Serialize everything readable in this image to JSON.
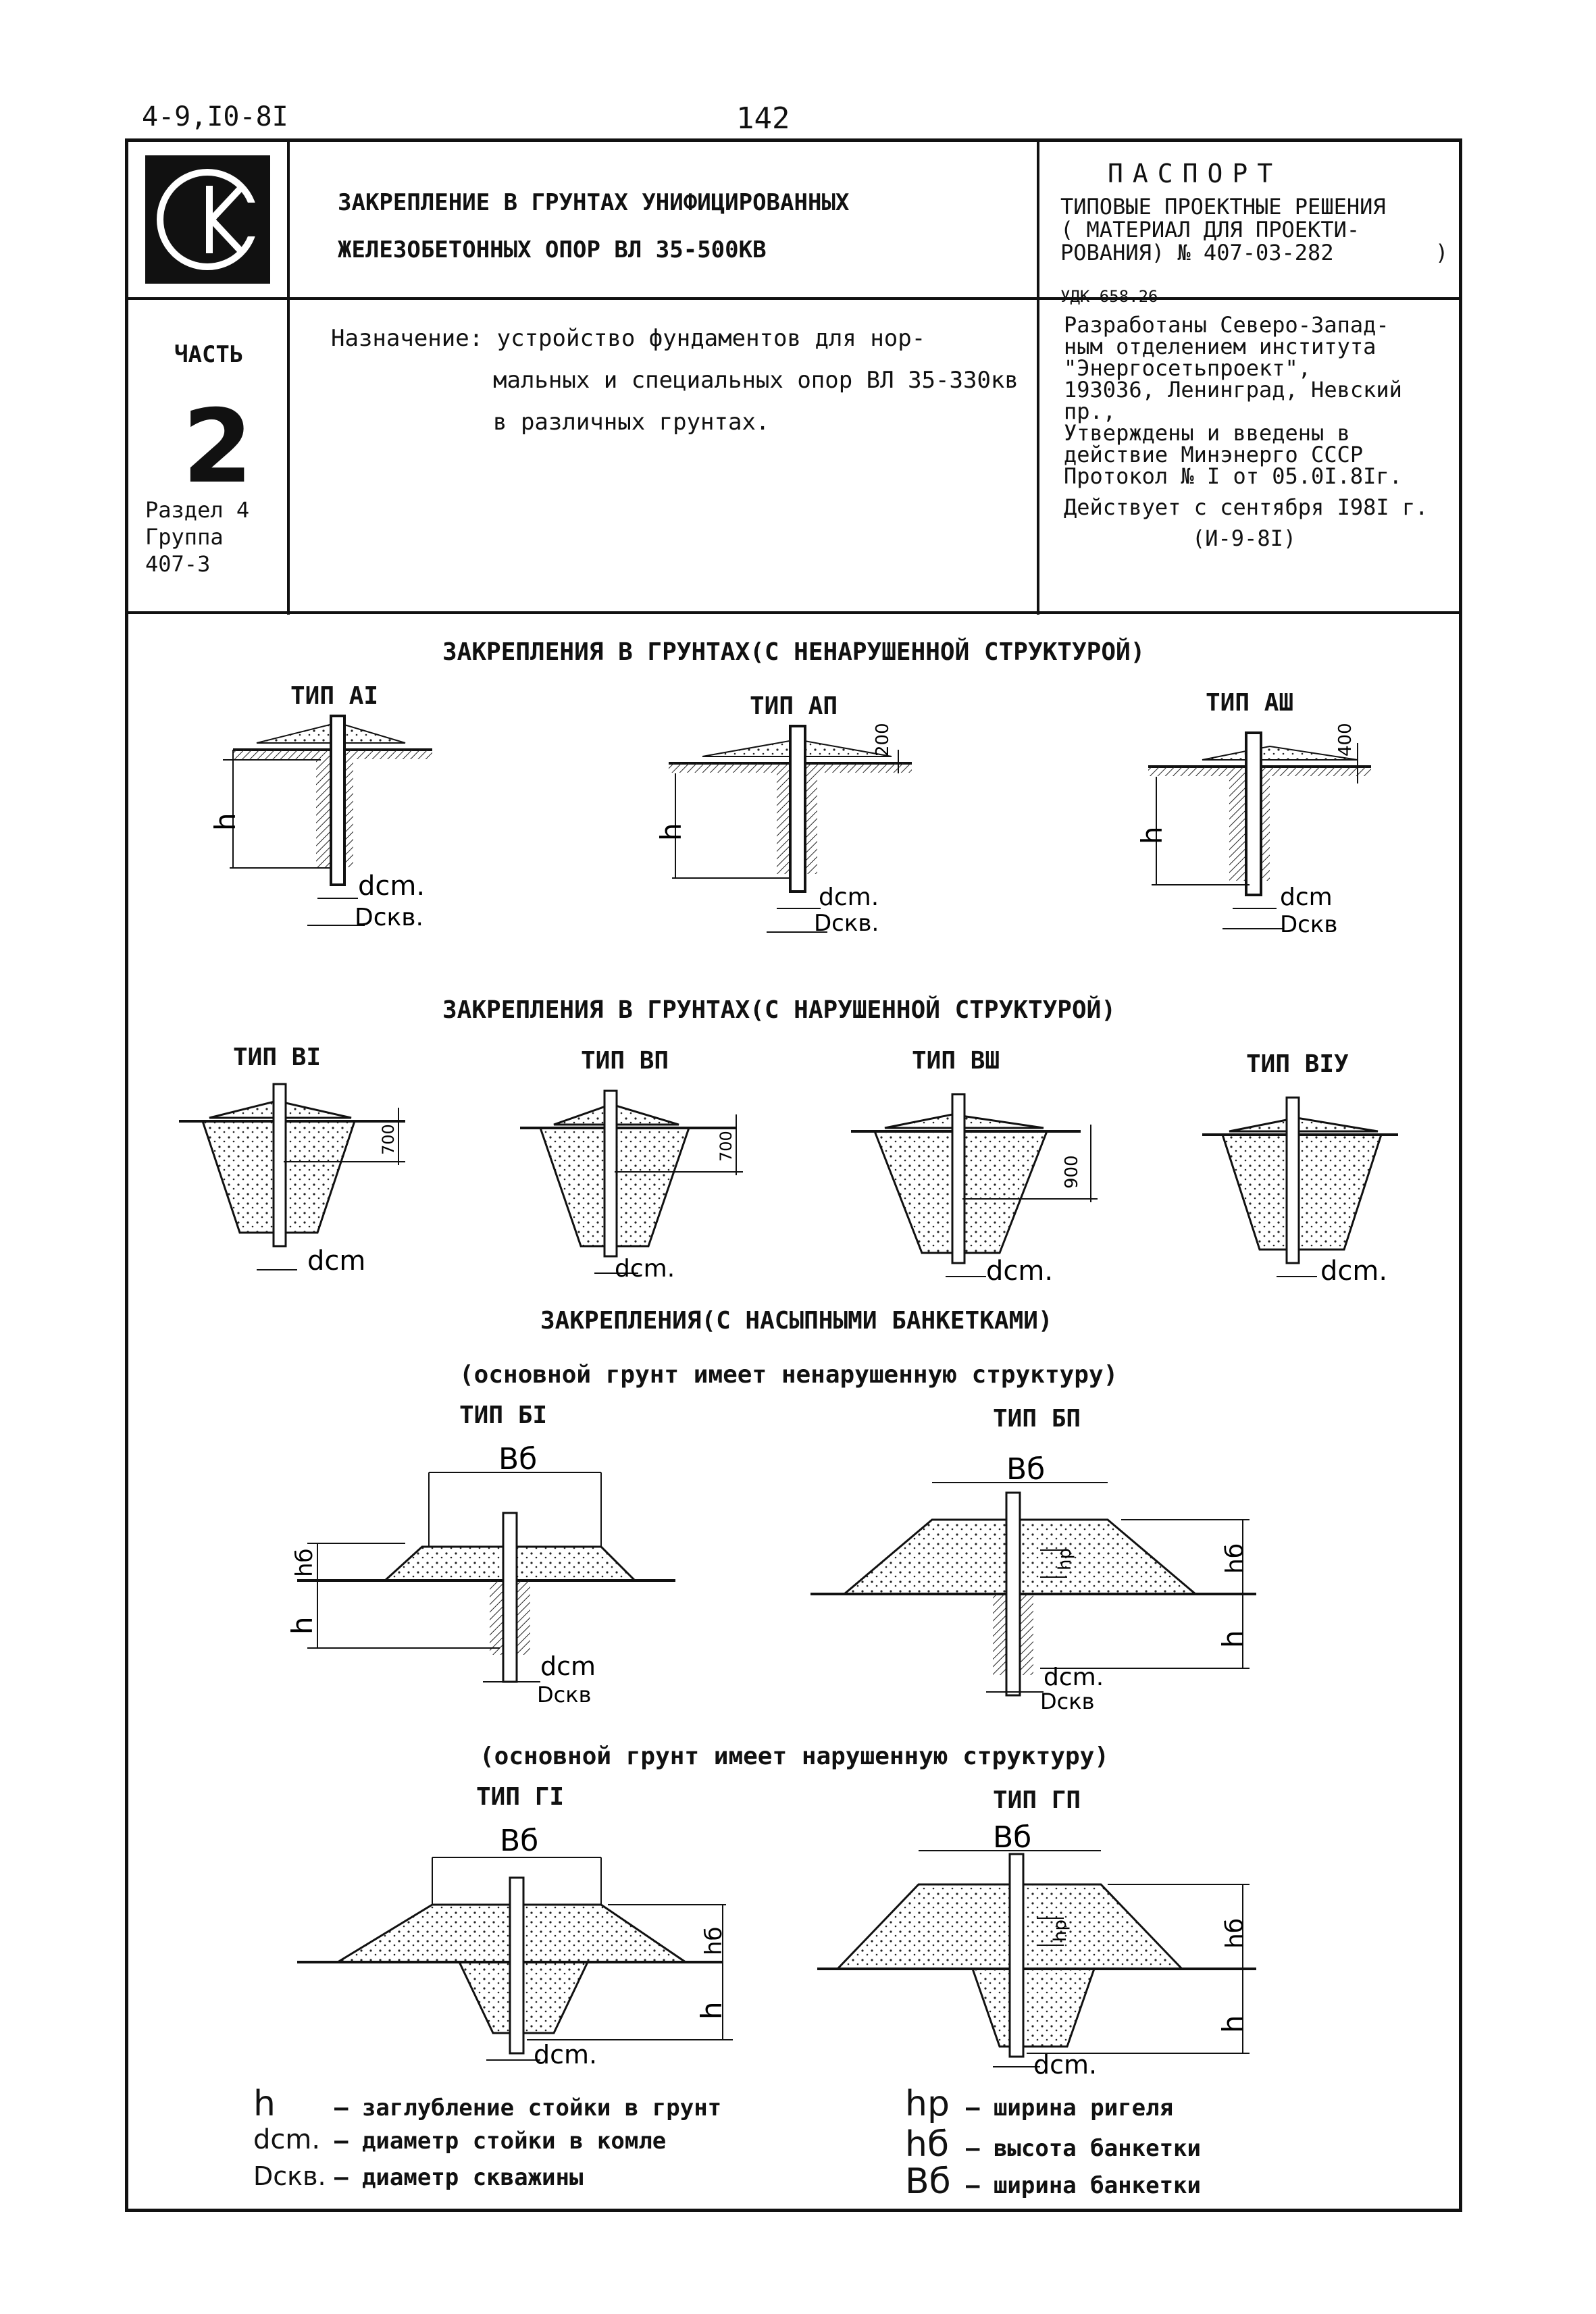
{
  "header": {
    "code": "4-9,I0-8I",
    "page_number": "142"
  },
  "title_block": {
    "title_line1": "ЗАКРЕПЛЕНИЕ В ГРУНТАХ УНИФИЦИРОВАННЫХ",
    "title_line2": "ЖЕЛЕЗОБЕТОННЫХ ОПОР ВЛ 35-500КВ",
    "passport": "ПАСПОРТ",
    "passport_line1": "ТИПОВЫЕ ПРОЕКТНЫЕ РЕШЕНИЯ",
    "passport_line2": "( МАТЕРИАЛ ДЛЯ ПРОЕКТИ-",
    "passport_line3": "РОВАНИЯ) № 407-03-282",
    "passport_close": ")",
    "udk": "УДК 658.26"
  },
  "part_block": {
    "label": "ЧАСТЬ",
    "number": "2",
    "section": "Раздел 4",
    "group": "Группа",
    "group_code": "407-3"
  },
  "purpose": {
    "line1": "Назначение: устройство фундаментов для нор-",
    "line2": "мальных и специальных опор ВЛ 35-330кв",
    "line3": "в различных грунтах."
  },
  "developer": {
    "line1": "Разработаны Северо-Запад-",
    "line2": "ным отделением института",
    "line3": "\"Энергосетьпроект\",",
    "line4": "193036, Ленинград, Невский",
    "line5": "пр.,",
    "line6": "Утверждены и введены в",
    "line7": "действие Минэнерго СССР",
    "line8": "Протокол № I от 05.0I.8Iг.",
    "line9": "Действует с сентября I98I г.",
    "line10": "(И-9-8I)"
  },
  "sections": {
    "undisturbed": "ЗАКРЕПЛЕНИЯ В ГРУНТАХ(С НЕНАРУШЕННОЙ СТРУКТУРОЙ)",
    "disturbed": "ЗАКРЕПЛЕНИЯ В ГРУНТАХ(С НАРУШЕННОЙ СТРУКТУРОЙ)",
    "banquettes": "ЗАКРЕПЛЕНИЯ(С НАСЫПНЫМИ БАНКЕТКАМИ)",
    "base_undisturbed": "(основной грунт имеет ненарушенную структуру)",
    "base_disturbed": "(основной грунт имеет нарушенную структуру)"
  },
  "types": {
    "A1": "ТИП AI",
    "A2": "ТИП АП",
    "A3": "ТИП АШ",
    "B1": "ТИП ВI",
    "B2": "ТИП ВП",
    "B3": "ТИП ВШ",
    "B4": "ТИП ВIУ",
    "BB1": "ТИП БI",
    "BB2": "ТИП БП",
    "G1": "ТИП ГI",
    "G2": "ТИП ГП"
  },
  "dimensions": {
    "h": "h",
    "dcm": "dcm.",
    "dcm_plain": "dcm",
    "dskv": "Dскв.",
    "dskv_plain": "Dскв",
    "d200": "200",
    "d400": "400",
    "d700": "700",
    "d900": "900",
    "bb": "Bб",
    "hb": "hб",
    "hp": "hp"
  },
  "legend": {
    "h_sym": "h",
    "h_desc": "— заглубление стойки в грунт",
    "dcm_sym": "dcm.",
    "dcm_desc": "— диаметр стойки в комле",
    "dskv_sym": "Dскв.",
    "dskv_desc": "— диаметр скважины",
    "hp_sym": "hp",
    "hp_desc": "— ширина ригеля",
    "hb_sym": "hб",
    "hb_desc": "— высота банкетки",
    "bb_sym": "Bб",
    "bb_desc": "— ширина банкетки"
  }
}
